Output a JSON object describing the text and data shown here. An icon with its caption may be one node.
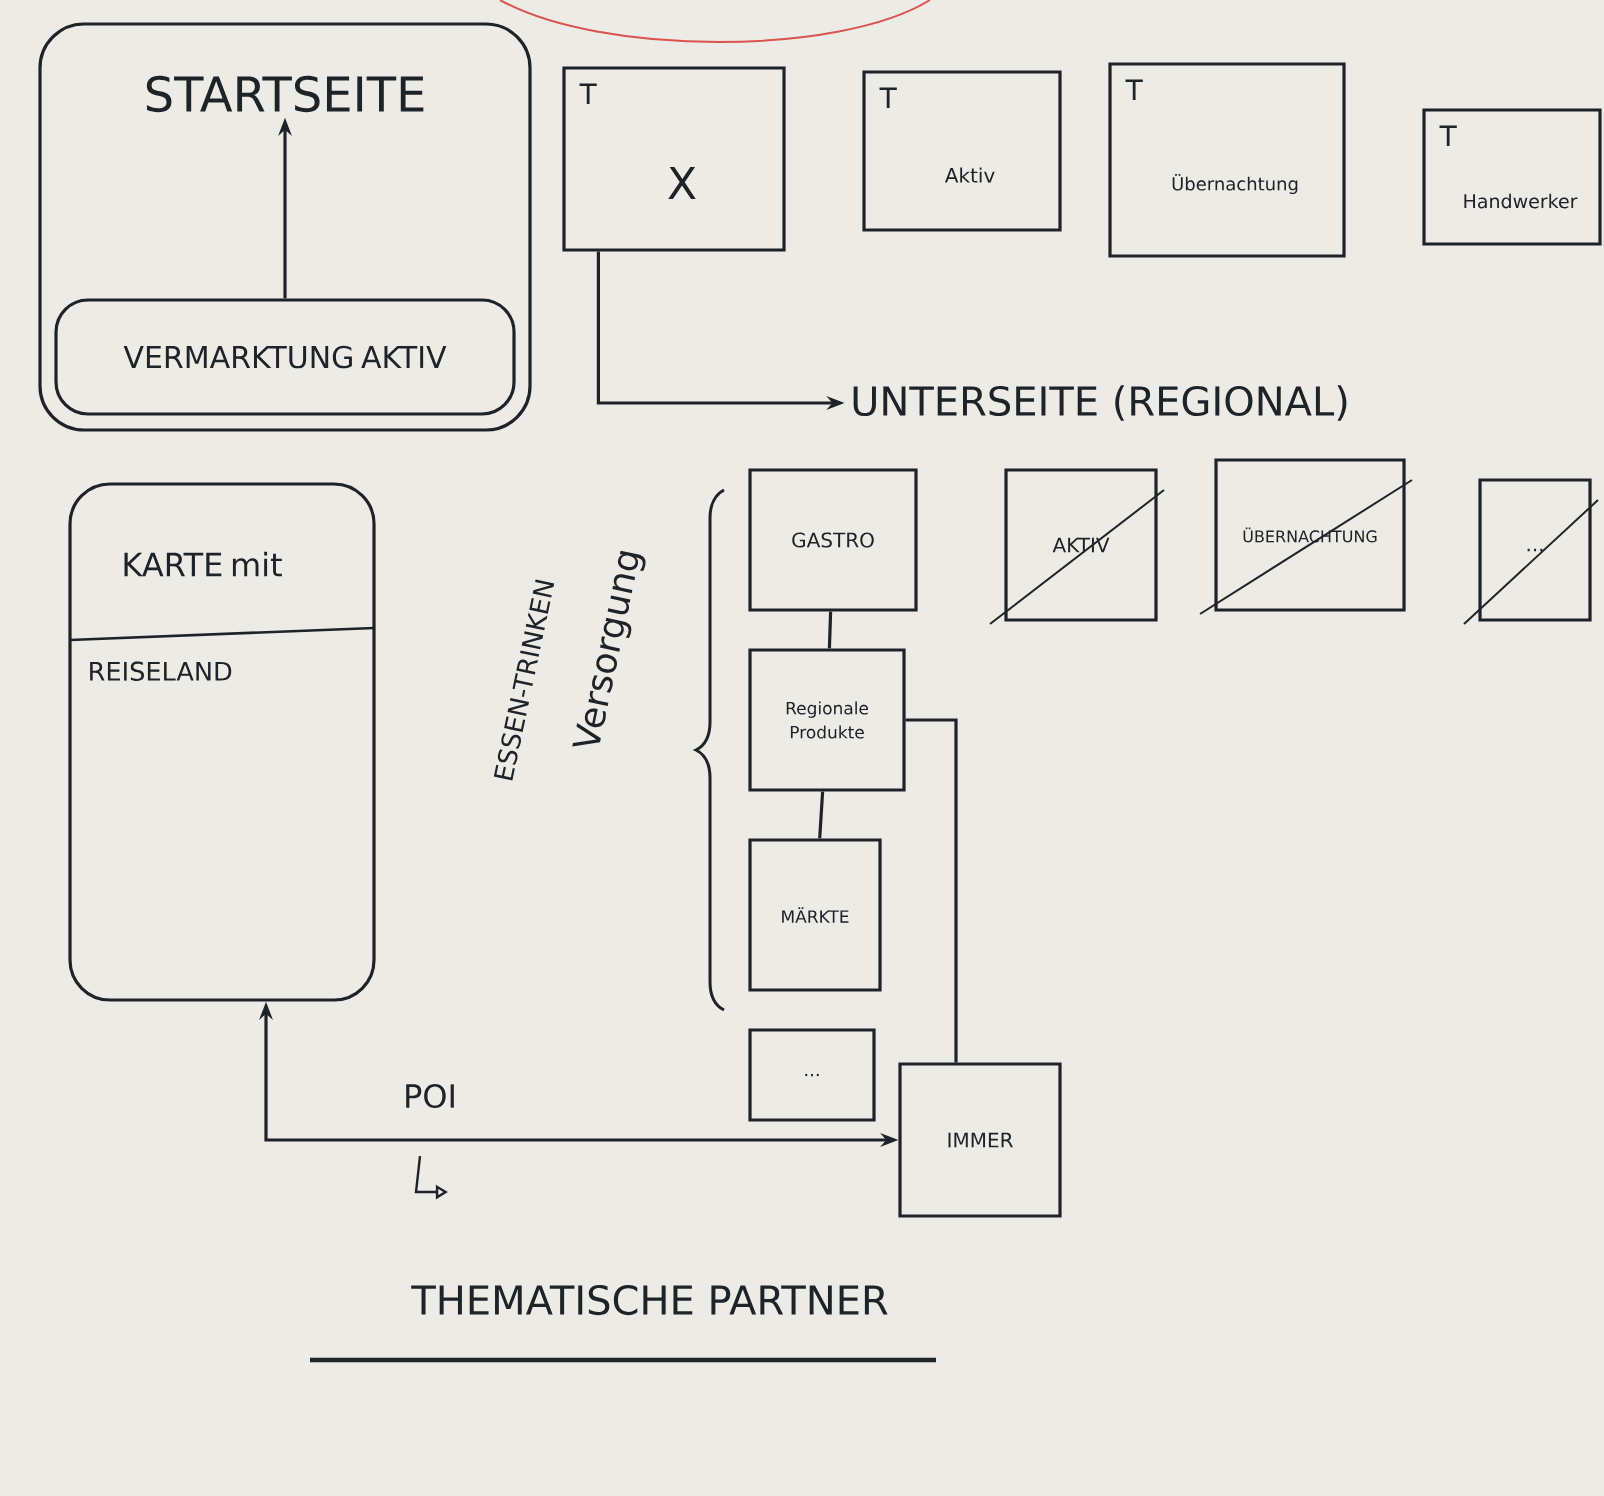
{
  "diagram": {
    "nodes": [
      {
        "text": [
          "STARTSEITE"
        ]
      },
      {
        "text": [
          "VERMARKTUNG AKTIV"
        ],
        "in": 0
      },
      {
        "text": [
          "T",
          "X"
        ]
      },
      {
        "text": [
          "T",
          "Aktiv"
        ]
      },
      {
        "text": [
          "T",
          "Übernachtung"
        ]
      },
      {
        "text": [
          "T",
          "Handwerker"
        ]
      },
      {
        "text": [
          "UNTERSEITE (REGIONAL)"
        ]
      },
      {
        "text": [
          "GASTRO"
        ]
      },
      {
        "text": [
          "AKTIV"
        ]
      },
      {
        "text": [
          "ÜBERNACHTUNG"
        ]
      },
      {
        "text": [
          "..."
        ]
      },
      {
        "text": [
          "Regionale Produkte"
        ]
      },
      {
        "text": [
          "MÄRKTE"
        ]
      },
      {
        "text": [
          "..."
        ]
      },
      {
        "text": [
          "IMMER"
        ]
      },
      {
        "text": [
          "KARTE mit",
          "REISELAND"
        ]
      }
    ],
    "edges": [
      {
        "from": 1,
        "to": 0,
        "arrow": "to"
      },
      {
        "from": 2,
        "to": 6,
        "arrow": "to"
      },
      {
        "from": 7,
        "to": 11,
        "arrow": "none"
      },
      {
        "from": 11,
        "to": 12,
        "arrow": "none"
      },
      {
        "from": 11,
        "to": 14,
        "arrow": "none"
      },
      {
        "from": 15,
        "to": 14,
        "arrow": "both",
        "label": "POI"
      }
    ],
    "labels": [
      "ESSEN-TRINKEN",
      "Versorgung",
      "THEMATISCHE PARTNER"
    ]
  }
}
